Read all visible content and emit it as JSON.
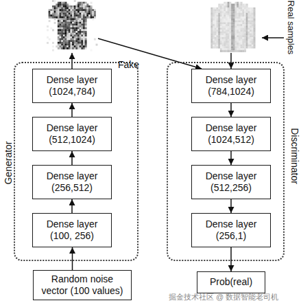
{
  "diagram": {
    "nodes": [
      {
        "text": [
          "Generator"
        ]
      },
      {
        "text": [
          "Dense layer (1024,784)"
        ],
        "in": 0
      },
      {
        "text": [
          "Dense layer (512,1024)"
        ],
        "in": 0
      },
      {
        "text": [
          "Dense layer (256,512)"
        ],
        "in": 0
      },
      {
        "text": [
          "Dense layer (100, 256)"
        ],
        "in": 0
      },
      {
        "text": [
          "Random noise vector (100 values)"
        ]
      },
      {
        "text": [
          "Discriminator"
        ]
      },
      {
        "text": [
          "Dense layer (784,1024)"
        ],
        "in": 6
      },
      {
        "text": [
          "Dense layer (1024,512)"
        ],
        "in": 6
      },
      {
        "text": [
          "Dense layer (512,256)"
        ],
        "in": 6
      },
      {
        "text": [
          "Dense layer (256,1)"
        ],
        "in": 6
      },
      {
        "text": [
          "Prob(real)"
        ]
      }
    ],
    "edges": [
      {
        "from": 5,
        "to": 4,
        "arrow": "to"
      },
      {
        "from": 4,
        "to": 3,
        "arrow": "to"
      },
      {
        "from": 3,
        "to": 2,
        "arrow": "to"
      },
      {
        "from": 2,
        "to": 1,
        "arrow": "to"
      },
      {
        "from": 7,
        "to": 8,
        "arrow": "to"
      },
      {
        "from": 8,
        "to": 9,
        "arrow": "to"
      },
      {
        "from": 9,
        "to": 10,
        "arrow": "to"
      },
      {
        "from": 10,
        "to": 11,
        "arrow": "to"
      }
    ],
    "labels": [
      "Real samples",
      "Fake",
      "掘金技术社区 @ 数据智能老司机"
    ]
  }
}
